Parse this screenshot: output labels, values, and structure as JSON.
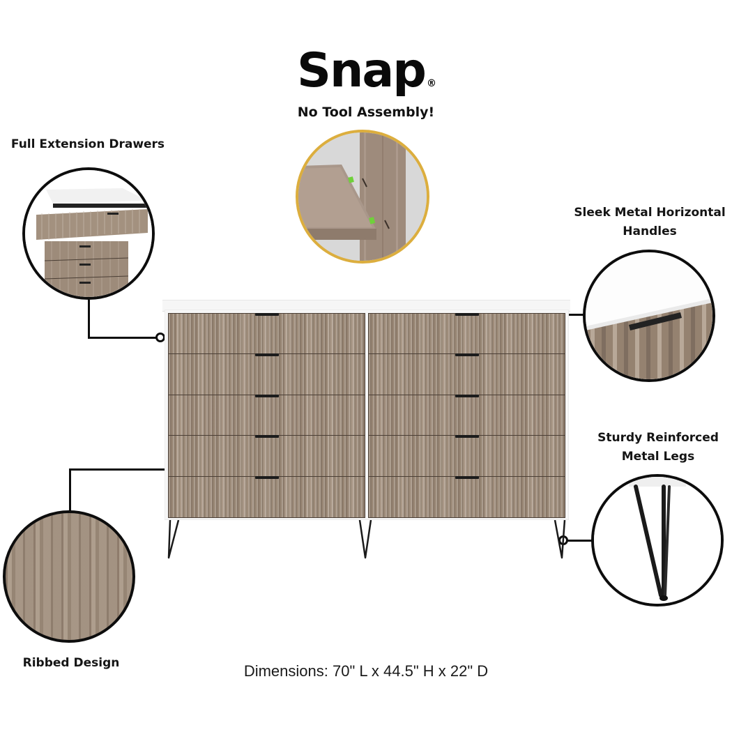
{
  "header": {
    "brand": "Snap",
    "registered_mark": "®",
    "tagline": "No Tool Assembly!"
  },
  "features": [
    {
      "id": "full-extension-drawers",
      "label": "Full Extension Drawers"
    },
    {
      "id": "metal-handles",
      "label_line1": "Sleek Metal Horizontal",
      "label_line2": "Handles"
    },
    {
      "id": "metal-legs",
      "label_line1": "Sturdy Reinforced",
      "label_line2": "Metal Legs"
    },
    {
      "id": "ribbed-design",
      "label": "Ribbed Design"
    }
  ],
  "product": {
    "columns": 2,
    "drawers_per_column": 5,
    "total_drawers": 10,
    "legs": 3,
    "colors": {
      "frame": "#f7f7f7",
      "wood": "#a3917f",
      "handle": "#1c1c1c",
      "accent_ring": "#dcae3e",
      "connector": "#0d0d0d"
    }
  },
  "footer": {
    "dimensions": "Dimensions: 70\" L x 44.5\" H x 22\" D"
  }
}
